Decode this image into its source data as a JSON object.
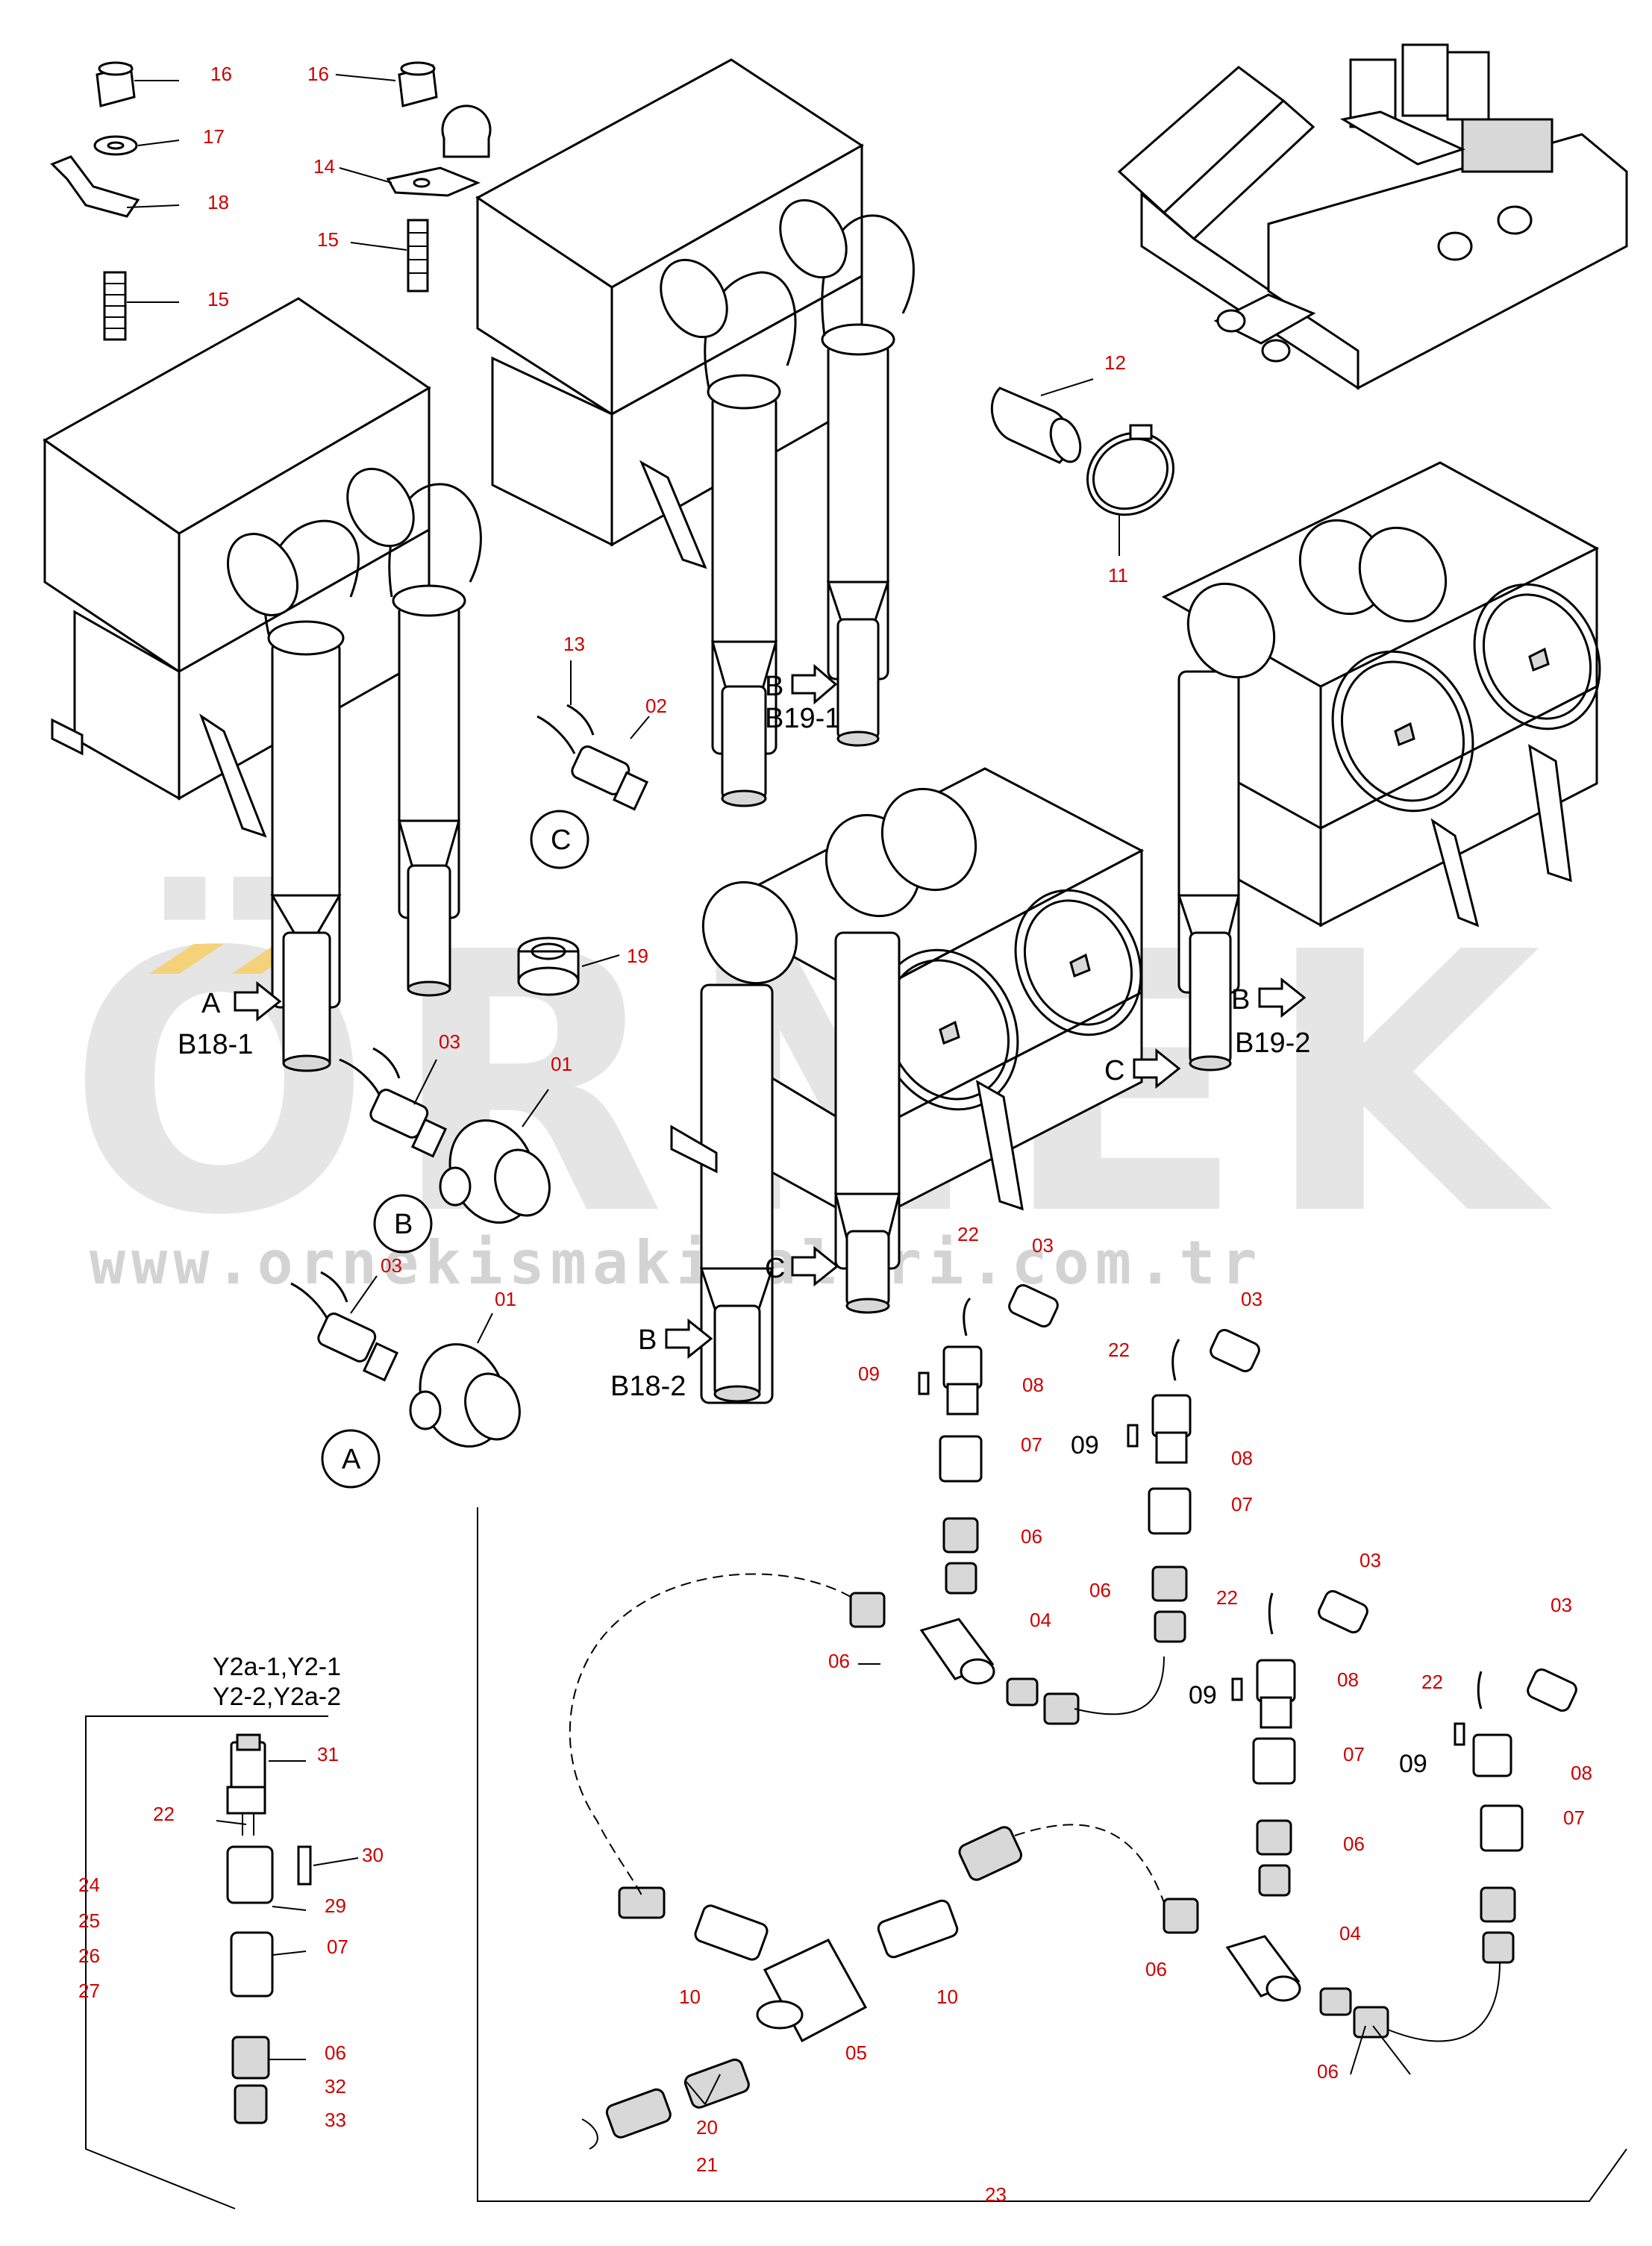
{
  "watermark": {
    "brand": "ÖRNEK",
    "url": "www.ornekismakinalari.com.tr"
  },
  "views": {
    "a_arrow": "A",
    "a_ref": "B18-1",
    "b_arrow_top": "B",
    "b_ref_top": "B19-1",
    "b_arrow_right": "B",
    "b_ref_right": "B19-2",
    "c_arrow_right": "C",
    "c_arrow_mid": "C",
    "b_arrow_low": "B",
    "b_ref_low": "B18-2"
  },
  "detail_circles": {
    "a": "A",
    "b": "B",
    "c": "C"
  },
  "solenoid_group": {
    "line1": "Y2a-1,Y2-1",
    "line2": "Y2-2,Y2a-2"
  },
  "part_numbers": {
    "p16a": "16",
    "p17": "17",
    "p18": "18",
    "p15a": "15",
    "p16b": "16",
    "p14": "14",
    "p15b": "15",
    "p12": "12",
    "p11": "11",
    "p13": "13",
    "p02": "02",
    "p19": "19",
    "p03_b": "03",
    "p01_b": "01",
    "p03_a": "03",
    "p01_a": "01",
    "p22_1": "22",
    "p03_1": "03",
    "p09_1": "09",
    "p08_1": "08",
    "p07_1": "07",
    "p06_1": "06",
    "p06_2": "06",
    "p04_1": "04",
    "p03_2": "03",
    "p22_2": "22",
    "p09_2": "09",
    "p08_2": "08",
    "p07_2": "07",
    "p06_3": "06",
    "p03_3": "03",
    "p22_3": "22",
    "p09_3": "09",
    "p08_3": "08",
    "p07_3": "07",
    "p06_4": "06",
    "p03_4": "03",
    "p22_4": "22",
    "p09_4": "09",
    "p08_4": "08",
    "p07_4": "07",
    "p04_2": "04",
    "p06_5": "06",
    "p06_6": "06",
    "p10_1": "10",
    "p05": "05",
    "p10_2": "10",
    "p20": "20",
    "p21": "21",
    "p23": "23",
    "p31": "31",
    "p22_5": "22",
    "p30": "30",
    "p29": "29",
    "p07_5": "07",
    "p06_7": "06",
    "p32": "32",
    "p33": "33",
    "p24": "24",
    "p25": "25",
    "p26": "26",
    "p27": "27"
  }
}
